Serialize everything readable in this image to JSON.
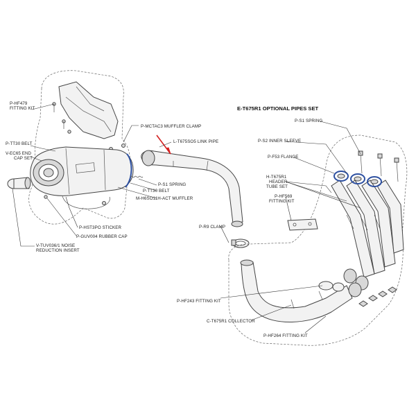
{
  "diagram": {
    "title": "E-T675R1 OPTIONAL PIPES SET",
    "labels": {
      "fitting_kit_479": [
        "P-HF479",
        "FITTING KIT"
      ],
      "muffler_clamp": "P-MCTAC3  MUFFLER CLAMP",
      "belt_tt30_top": "P-TT30  BELT",
      "end_cap_set": [
        "V-EC65  END",
        "CAP SET"
      ],
      "link_pipe": "L-T675SO5  LINK PIPE",
      "spring_muffler": "P-S1  SPRING",
      "belt_tt30_bottom": "P-TT30  BELT",
      "muffler": "M-H6SO11H-ACT  MUFFLER",
      "sticker": "P-HST3PO  STICKER",
      "rubber_cap": "P-GUV004 RUBBER CAP",
      "noise_insert": [
        "V-TUV036/1  NOISE",
        "REDUCTION INSERT"
      ],
      "clamp_r9": "P-R9  CLAMP",
      "spring_header": "P-S1 SPRING",
      "inner_sleeve": "P-S2 INNER SLEEVE",
      "flange": "P-F53 FLANGE",
      "header_tube_set": [
        "H-T675R1",
        "HEADER",
        "TUBE SET"
      ],
      "fitting_kit_569": [
        "P-HF569",
        "FITTING KIT"
      ],
      "fitting_kit_243": "P-HF243 FITTING KIT",
      "collector": "C-T675R1 COLLECTOR",
      "fitting_kit_264": "P-HF264 FITTING KIT"
    },
    "colors": {
      "line": "#444444",
      "accent_red": "#d42020",
      "ring_blue": "#2c4fa0"
    }
  }
}
